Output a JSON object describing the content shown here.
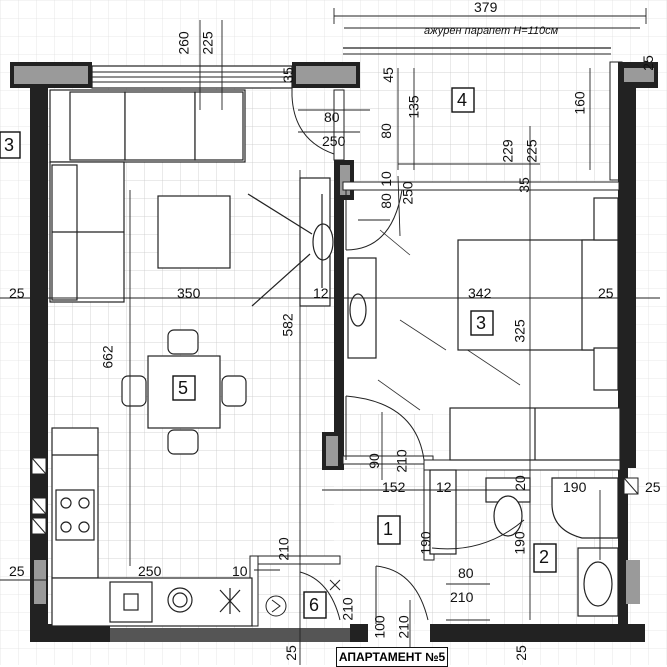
{
  "balcony_note": "ажурен парапет H=110см",
  "footer_label": "АПАРТАМЕНТ №5",
  "rooms": [
    "1",
    "2",
    "3",
    "4",
    "5",
    "6",
    "3"
  ],
  "dims": {
    "d379": "379",
    "d260": "260",
    "d225a": "225",
    "d35a": "35",
    "d45": "45",
    "d135": "135",
    "d160": "160",
    "d80a": "80",
    "d250a": "250",
    "d80b": "80",
    "d10a": "10",
    "d80c": "80",
    "d250b": "250",
    "d229": "229",
    "d225b": "225",
    "d35b": "35",
    "d25a": "25",
    "d350": "350",
    "d12a": "12",
    "d342": "342",
    "d25b": "25",
    "d582": "582",
    "d662": "662",
    "d325": "325",
    "d90": "90",
    "d210a": "210",
    "d152": "152",
    "d12b": "12",
    "d20": "20",
    "d190a": "190",
    "d25c": "25",
    "d190b": "190",
    "d190c": "190",
    "d25d": "25",
    "d250c": "250",
    "d10b": "10",
    "d210b": "210",
    "d80d": "80",
    "d210c": "210",
    "d210d": "210",
    "d100": "100",
    "d210e": "210",
    "d25e": "25",
    "d25f": "25",
    "d25g": "25"
  },
  "colors": {
    "wall": "#222222",
    "wall_hatch": "#9a9a9a",
    "grid": "#c4c4c4",
    "line": "#111111"
  }
}
